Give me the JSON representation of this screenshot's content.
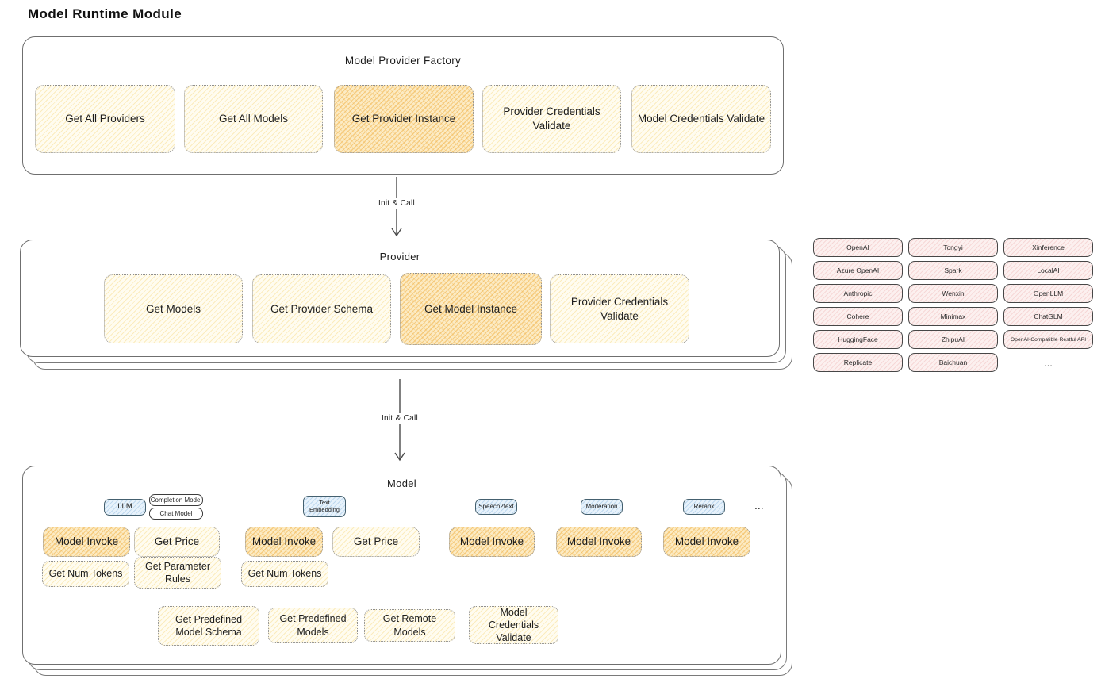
{
  "title": "Model Runtime Module",
  "arrows": [
    {
      "label": "Init & Call"
    },
    {
      "label": "Init & Call"
    }
  ],
  "factory": {
    "title": "Model Provider Factory",
    "buttons": [
      {
        "label": "Get All Providers",
        "highlight": false
      },
      {
        "label": "Get All Models",
        "highlight": false
      },
      {
        "label": "Get Provider Instance",
        "highlight": true
      },
      {
        "label": "Provider Credentials Validate",
        "highlight": false
      },
      {
        "label": "Model Credentials Validate",
        "highlight": false
      }
    ]
  },
  "provider": {
    "title": "Provider",
    "buttons": [
      {
        "label": "Get Models",
        "highlight": false
      },
      {
        "label": "Get Provider Schema",
        "highlight": false
      },
      {
        "label": "Get Model Instance",
        "highlight": true
      },
      {
        "label": "Provider Credentials Validate",
        "highlight": false
      }
    ]
  },
  "provider_list": {
    "items": [
      "OpenAI",
      "Tongyi",
      "Xinference",
      "Azure OpenAI",
      "Spark",
      "LocalAI",
      "Anthropic",
      "Wenxin",
      "OpenLLM",
      "Cohere",
      "Minimax",
      "ChatGLM",
      "HuggingFace",
      "ZhipuAI",
      "OpenAI-Compatible Restful API",
      "Replicate",
      "Baichuan"
    ],
    "more": "..."
  },
  "model": {
    "title": "Model",
    "more": "...",
    "groups": [
      {
        "tag": "LLM",
        "subtags": [
          "Completion Model",
          "Chat Model"
        ],
        "buttons": [
          "Model Invoke",
          "Get Price",
          "Get Num Tokens",
          "Get Parameter Rules"
        ]
      },
      {
        "tag": "Text Embedding",
        "buttons": [
          "Model Invoke",
          "Get Price",
          "Get Num Tokens"
        ]
      },
      {
        "tag": "Speech2text",
        "buttons": [
          "Model Invoke"
        ]
      },
      {
        "tag": "Moderation",
        "buttons": [
          "Model Invoke"
        ]
      },
      {
        "tag": "Rerank",
        "buttons": [
          "Model Invoke"
        ]
      }
    ],
    "bottom_buttons": [
      "Get Predefined Model Schema",
      "Get Predefined Models",
      "Get Remote Models",
      "Model Credentials Validate"
    ]
  },
  "colors": {
    "node_yellow": "#fffcf0",
    "node_orange": "#fcebc4",
    "provider_pink": "#fcf0ef",
    "tag_blue": "#e7f2fb",
    "stroke": "#6f6f6f"
  }
}
